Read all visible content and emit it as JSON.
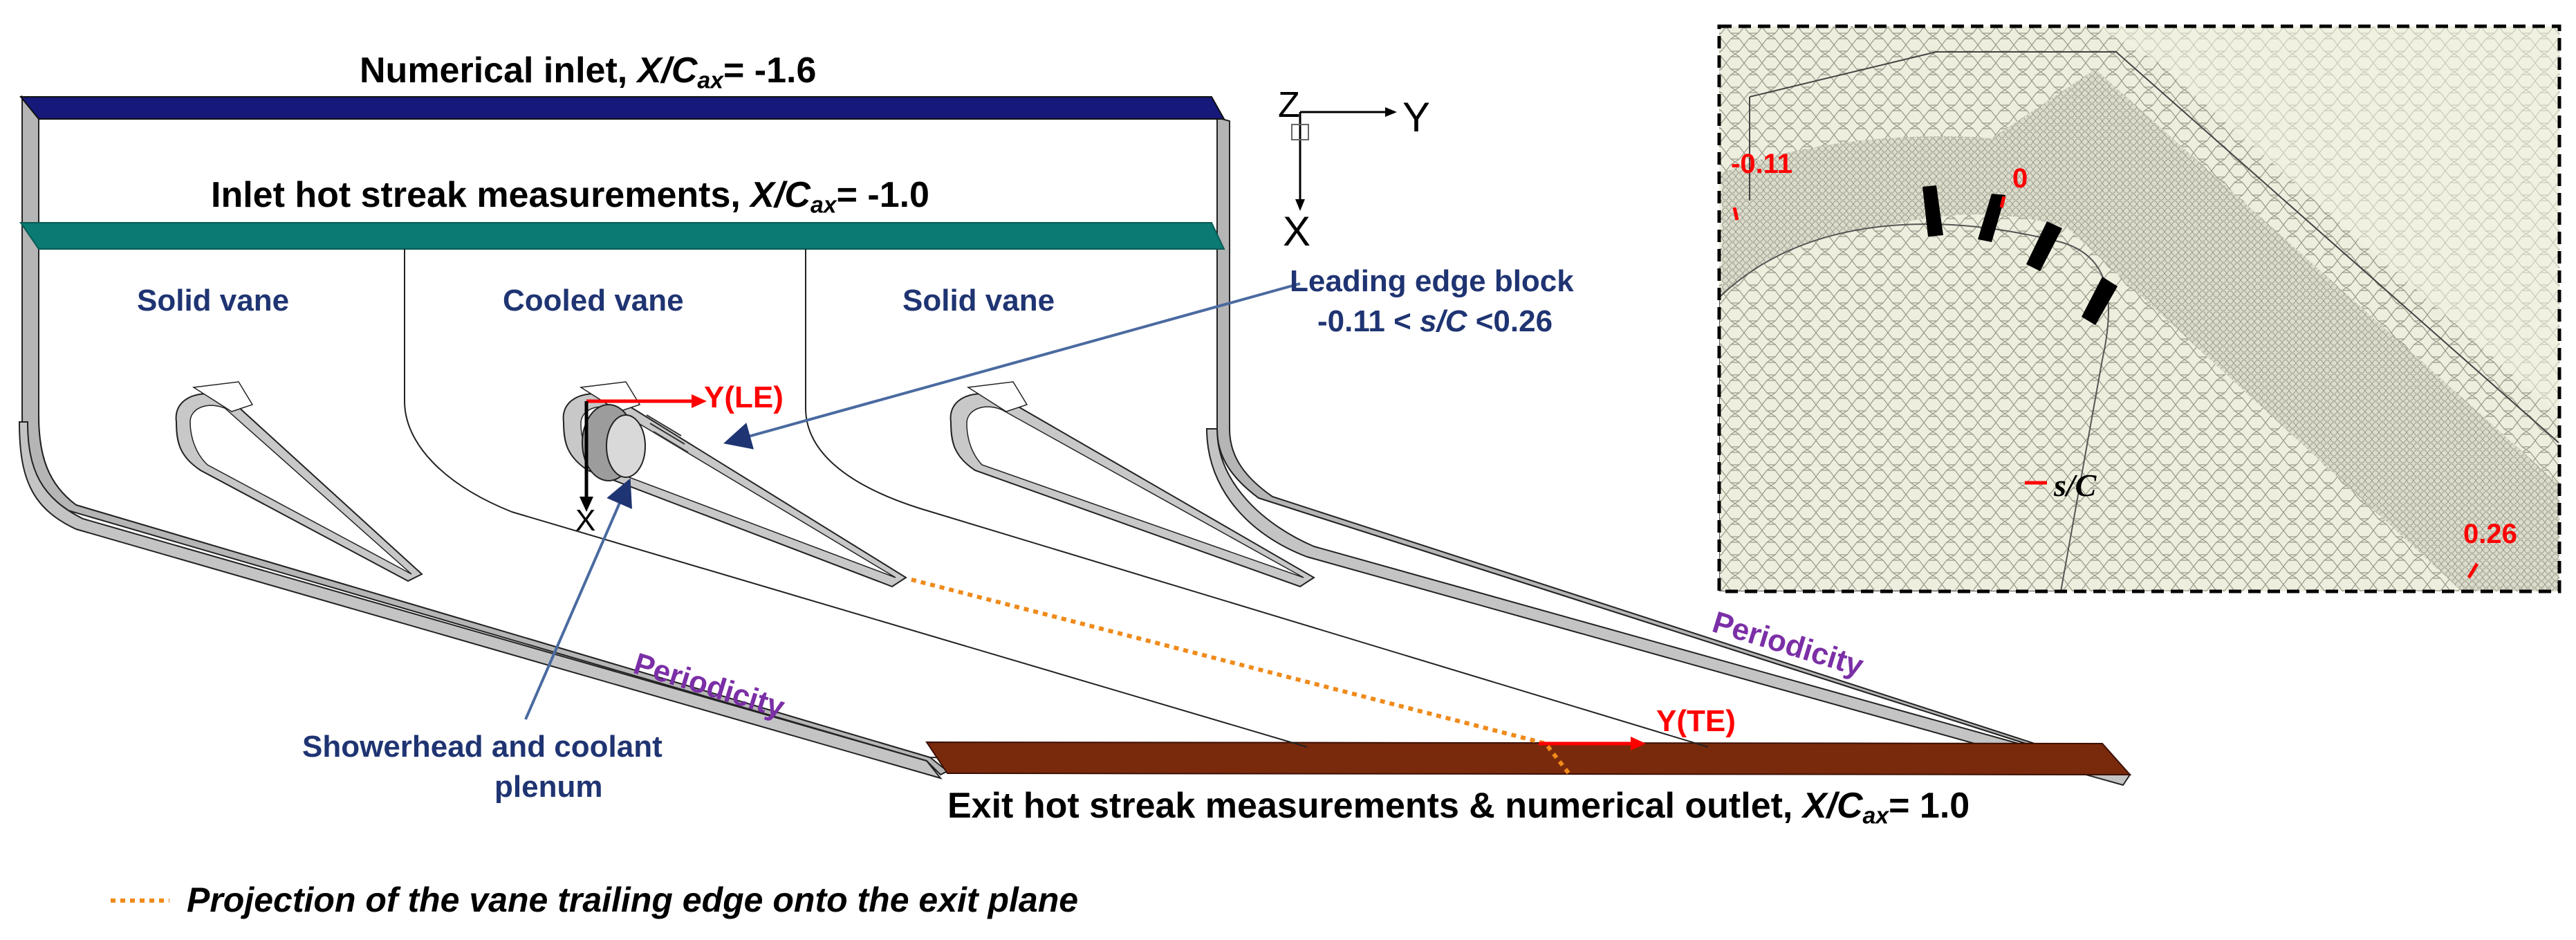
{
  "labels": {
    "numerical_inlet": {
      "text": "Numerical inlet, ",
      "var": "X/C",
      "sub": "ax",
      "value": "= -1.6"
    },
    "inlet_hot_streak": {
      "text": "Inlet hot streak measurements, ",
      "var": "X/C",
      "sub": "ax",
      "value": "= -1.0"
    },
    "exit_hot_streak": {
      "text": "Exit hot streak measurements & numerical outlet, ",
      "var": "X/C",
      "sub": "ax",
      "value": "= 1.0"
    },
    "solid_vane_left": "Solid vane",
    "cooled_vane": "Cooled vane",
    "solid_vane_right": "Solid vane",
    "leading_edge_block_line1": "Leading edge block",
    "leading_edge_block_range": {
      "pre": "-0.11 < ",
      "var": "s/C",
      "post": " <0.26"
    },
    "showerhead_line1": "Showerhead and coolant",
    "showerhead_line2": "plenum",
    "periodicity_left": "Periodicity",
    "periodicity_right": "Periodicity",
    "y_le": "Y(LE)",
    "x_le": "X",
    "y_te": "Y(TE)",
    "legend_projection": "Projection of the vane trailing edge onto the exit plane"
  },
  "axes_triad": {
    "z": "Z",
    "y": "Y",
    "x": "X"
  },
  "inset": {
    "tick_start": "-0.11",
    "tick_zero": "0",
    "tick_end": "0.26",
    "scale_label": "s/C"
  },
  "colors": {
    "inlet_plane": "#16197a",
    "hot_streak_plane": "#0a7a72",
    "exit_plane": "#7a2a0c",
    "annotation_navy": "#1f3472",
    "periodicity_purple": "#7b2fa6",
    "axis_red": "#ff0000",
    "projection_orange": "#f08a1a",
    "mesh_background": "#eeeedf"
  }
}
